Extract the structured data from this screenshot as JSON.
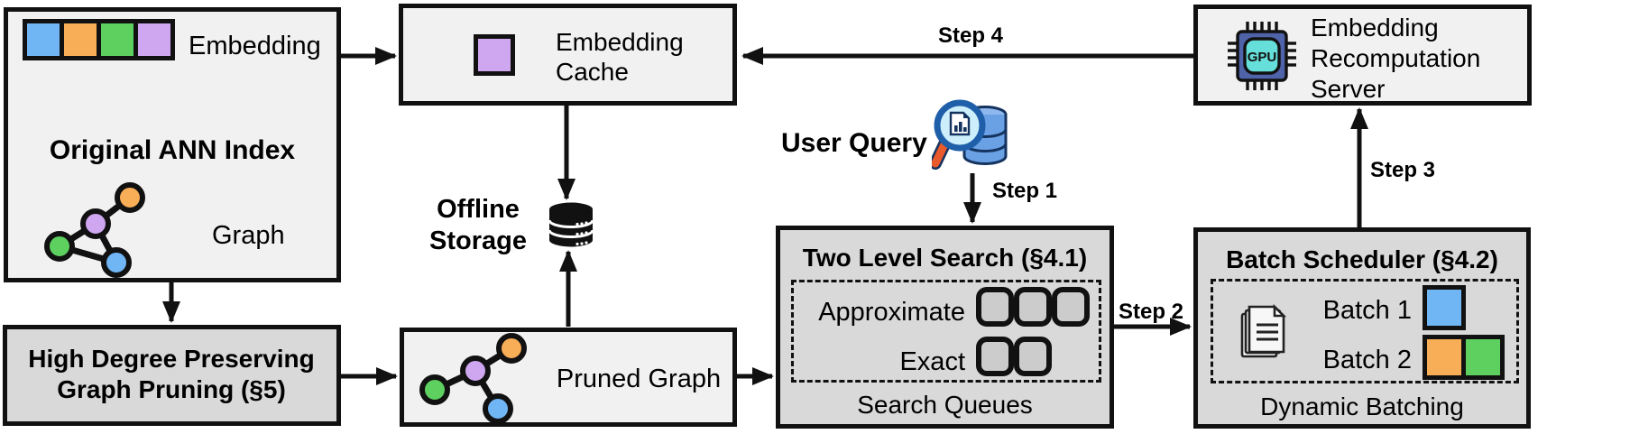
{
  "colors": {
    "blue": "#70b5f4",
    "orange": "#f8ad57",
    "green": "#5dd060",
    "purple": "#cfa7f0",
    "box_light": "#f1f1f1",
    "box_dark": "#d9d9d9",
    "queue_fill": "#cccccc",
    "line": "#111111",
    "gpu_body": "#4f63a8",
    "gpu_core": "#66ded9",
    "query_db": "#6aa0e4",
    "query_db_light": "#8fb9ee",
    "query_lens": "#cdeffc",
    "query_ring": "#1f5faa",
    "query_handle": "#e8592b",
    "query_dark": "#14335f",
    "page_fill": "#f7f7f7"
  },
  "ann_index": {
    "title": "Original ANN Index",
    "embedding_label": "Embedding",
    "graph_label": "Graph"
  },
  "embedding_cache": {
    "title": "Embedding Cache"
  },
  "offline_storage": {
    "label": "Offline Storage"
  },
  "user_query": {
    "label": "User Query"
  },
  "pruning": {
    "title": "High Degree Preserving Graph Pruning (§5)"
  },
  "pruned_graph": {
    "label": "Pruned Graph"
  },
  "two_level_search": {
    "title": "Two Level Search (§4.1)",
    "row1_label": "Approximate",
    "row2_label": "Exact",
    "footer": "Search Queues"
  },
  "batch_scheduler": {
    "title": "Batch Scheduler (§4.2)",
    "batch1_label": "Batch 1",
    "batch2_label": "Batch 2",
    "footer": "Dynamic Batching"
  },
  "server": {
    "title": "Embedding Recomputation Server",
    "chip_label": "GPU"
  },
  "steps": {
    "step1": "Step 1",
    "step2": "Step 2",
    "step3": "Step 3",
    "step4": "Step 4"
  }
}
